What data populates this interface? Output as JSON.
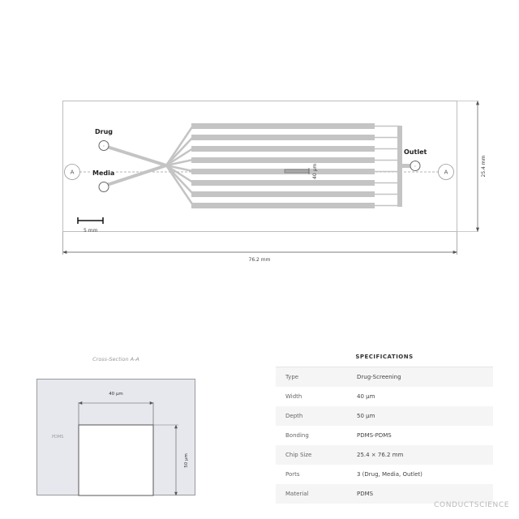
{
  "chip": {
    "labels": {
      "drug": "Drug",
      "media": "Media",
      "outlet": "Outlet"
    },
    "section_marker": "A",
    "scale_bar": "5 mm",
    "channel_width_annotation": "40 µm",
    "dim_height": "25.4 mm",
    "dim_width": "76.2 mm",
    "channel_count": 8,
    "colors": {
      "channel": "#c4c4c4",
      "outline": "#bdbdbd",
      "dim_line": "#555555"
    }
  },
  "cross_section": {
    "title": "Cross-Section A-A",
    "material_label": "PDMS",
    "width_label": "40 µm",
    "depth_label": "50 µm",
    "colors": {
      "pdms": "#e6e8ee",
      "channel": "#ffffff"
    }
  },
  "specifications": {
    "title": "SPECIFICATIONS",
    "rows": [
      {
        "key": "Type",
        "value": "Drug-Screening"
      },
      {
        "key": "Width",
        "value": "40 µm"
      },
      {
        "key": "Depth",
        "value": "50 µm"
      },
      {
        "key": "Bonding",
        "value": "PDMS-PDMS"
      },
      {
        "key": "Chip Size",
        "value": "25.4 × 76.2 mm"
      },
      {
        "key": "Ports",
        "value": "3 (Drug, Media, Outlet)"
      },
      {
        "key": "Material",
        "value": "PDMS"
      }
    ]
  },
  "brand": "CONDUCTSCIENCE"
}
